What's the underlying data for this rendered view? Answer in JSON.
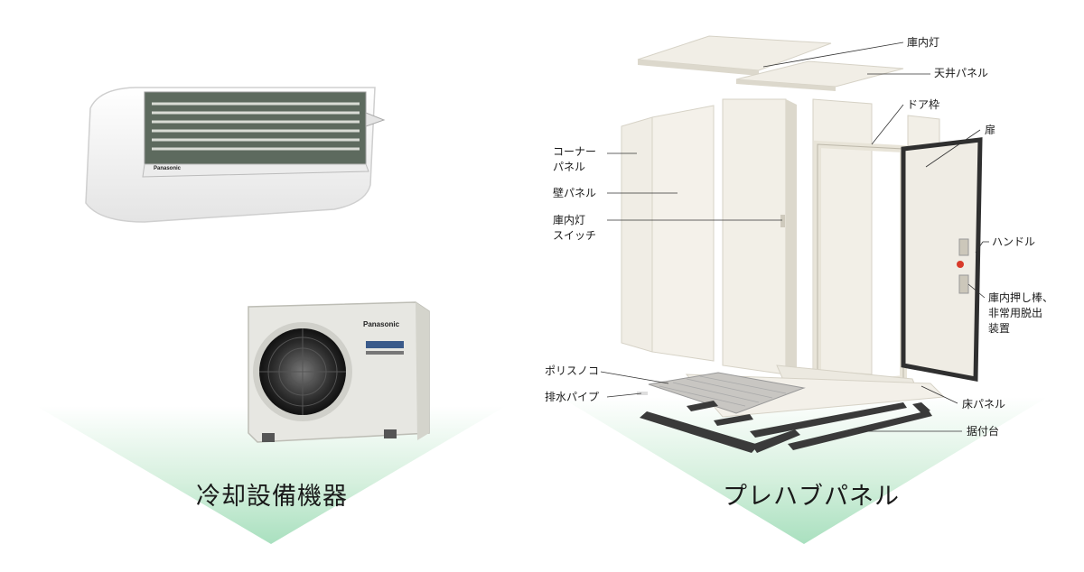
{
  "sections": {
    "cooling": {
      "title": "冷却設備機器"
    },
    "panel": {
      "title": "プレハブパネル"
    }
  },
  "units": {
    "indoor_brand": "Panasonic",
    "outdoor_brand": "Panasonic"
  },
  "callouts": {
    "ceiling_light": "庫内灯",
    "ceiling_panel": "天井パネル",
    "door_frame": "ドア枠",
    "door": "扉",
    "corner_panel_1": "コーナー",
    "corner_panel_2": "パネル",
    "wall_panel": "壁パネル",
    "light_switch_1": "庫内灯",
    "light_switch_2": "スイッチ",
    "handle": "ハンドル",
    "push_bar_1": "庫内押し棒、",
    "push_bar_2": "非常用脱出",
    "push_bar_3": "装置",
    "duckboard": "ポリスノコ",
    "drain_pipe": "排水パイプ",
    "floor_panel": "床パネル",
    "base": "据付台"
  },
  "colors": {
    "glow_green": "#bfe8cf",
    "panel": "#f2efe7",
    "panel_shadow": "#dcd8cc",
    "frame_dark": "#333333",
    "accent_red": "#d83a2a"
  }
}
